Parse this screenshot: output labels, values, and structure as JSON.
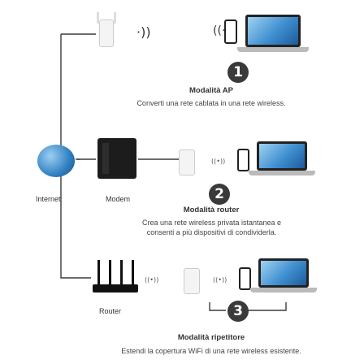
{
  "devices": {
    "internet_label": "Internet",
    "modem_label": "Modem",
    "router_label": "Router"
  },
  "modes": [
    {
      "number": "1",
      "title": "Modalità AP",
      "description": "Converti una rete cablata in una rete wireless."
    },
    {
      "number": "2",
      "title": "Modalità router",
      "description_line1": "Crea una rete wireless privata istantanea e",
      "description_line2": "consenti a più dispositivi di condividerla."
    },
    {
      "number": "3",
      "title": "Modalità ripetitore",
      "description": "Estendi la copertura WiFi di una rete wireless esistente."
    }
  ],
  "colors": {
    "line": "#3b3b3b",
    "badge": "#3a3a3a",
    "globe": "#2f7fc1",
    "laptop_screen": "#3f8fd0"
  }
}
